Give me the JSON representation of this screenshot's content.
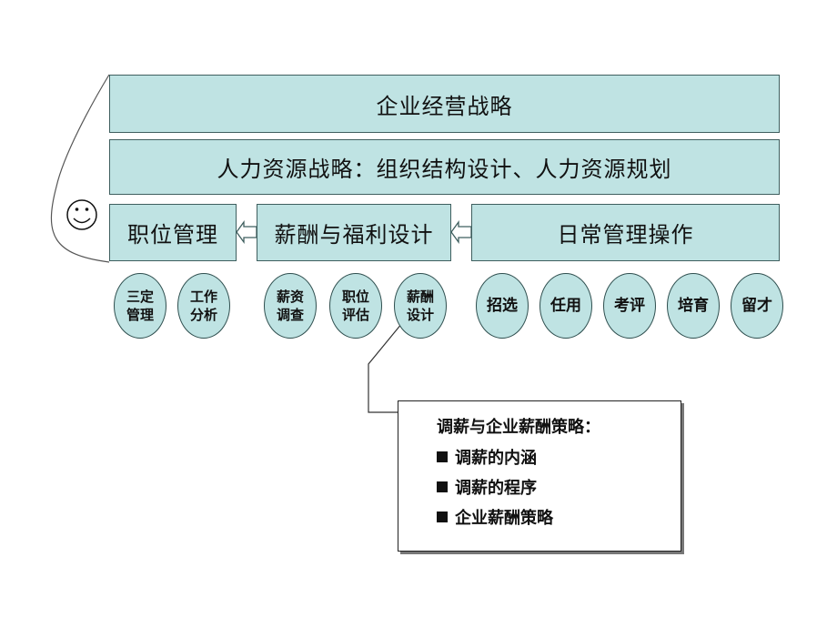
{
  "top_bars": {
    "strategy": "企业经营战略",
    "hr_strategy": "人力资源战略：组织结构设计、人力资源规划"
  },
  "row": {
    "position_mgmt": "职位管理",
    "comp_benefit": "薪酬与福利设计",
    "daily_ops": "日常管理操作"
  },
  "circles": [
    {
      "line1": "三定",
      "line2": "管理"
    },
    {
      "line1": "工作",
      "line2": "分析"
    },
    {
      "line1": "薪资",
      "line2": "调查"
    },
    {
      "line1": "职位",
      "line2": "评估"
    },
    {
      "line1": "薪酬",
      "line2": "设计"
    },
    {
      "line1": "招选",
      "line2": ""
    },
    {
      "line1": "任用",
      "line2": ""
    },
    {
      "line1": "考评",
      "line2": ""
    },
    {
      "line1": "培育",
      "line2": ""
    },
    {
      "line1": "留才",
      "line2": ""
    }
  ],
  "note": {
    "title": "调薪与企业薪酬策略：",
    "items": [
      "调薪的内涵",
      "调薪的程序",
      "企业薪酬策略"
    ]
  },
  "colors": {
    "fill": "#bfe3e3",
    "border": "#3f5f5f"
  },
  "icons": {
    "smiley": "smiley-face-icon",
    "arrows": "hollow-left-arrow-icon",
    "bullets": "black-square-bullet-icon"
  }
}
